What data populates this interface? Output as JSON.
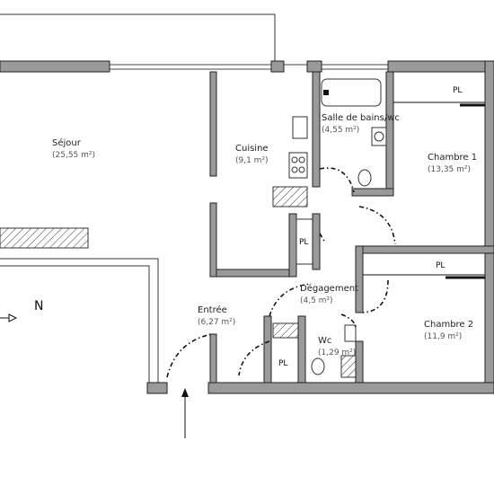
{
  "rooms": {
    "sejour": {
      "name": "Séjour",
      "area": "(25,55 m²)"
    },
    "cuisine": {
      "name": "Cuisine",
      "area": "(9,1 m²)"
    },
    "sdb": {
      "name": "Salle de bains/wc",
      "area": "(4,55 m²)"
    },
    "chambre1": {
      "name": "Chambre 1",
      "area": "(13,35 m²)"
    },
    "chambre2": {
      "name": "Chambre 2",
      "area": "(11,9 m²)"
    },
    "degagement": {
      "name": "Dégagement",
      "area": "(4,5 m²)"
    },
    "entree": {
      "name": "Entrée",
      "area": "(6,27 m²)"
    },
    "wc": {
      "name": "Wc",
      "area": "(1,29 m²)"
    }
  },
  "closets": {
    "chambre1": "PL",
    "chambre2": "PL",
    "hall": "PL",
    "entree": "PL"
  },
  "compass": {
    "label": "N"
  }
}
